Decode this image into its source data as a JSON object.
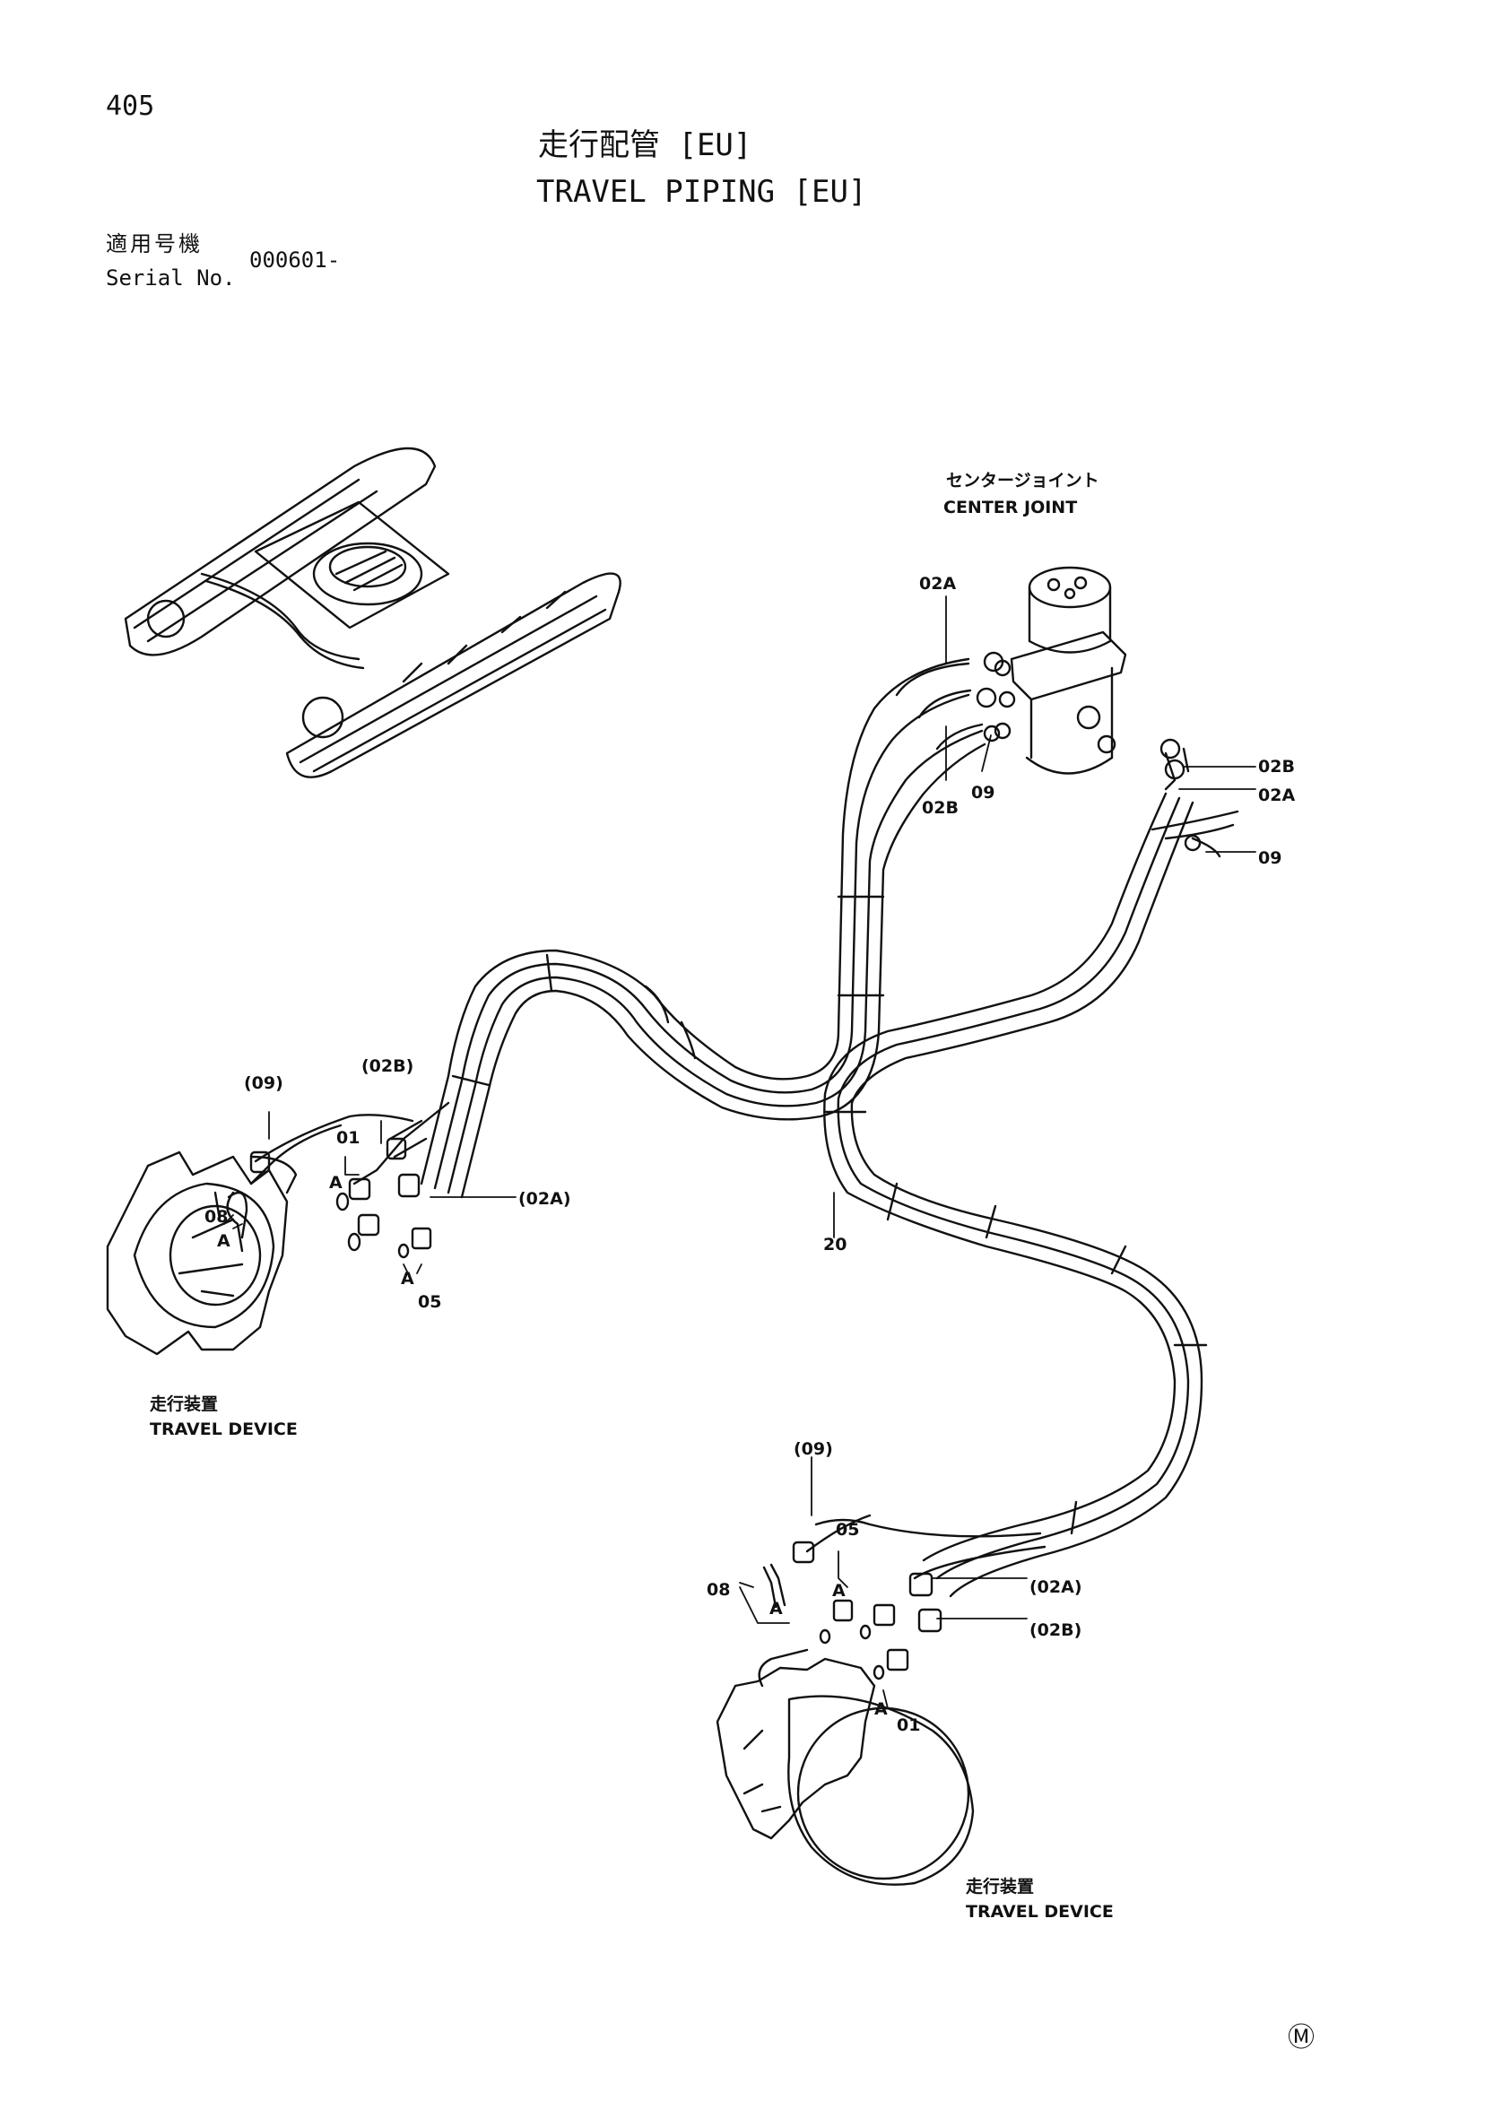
{
  "page": {
    "number": "405",
    "title_jp": "走行配管 [EU]",
    "title_en": "TRAVEL PIPING [EU]",
    "applicable_label_jp": "適用号機",
    "serial_label": "Serial No.",
    "serial_value": "000601-",
    "footer_mark": "Ⓜ"
  },
  "callouts": {
    "center_joint_jp": "センタージョイント",
    "center_joint_en": "CENTER JOINT",
    "travel_device_jp": "走行装置",
    "travel_device_en": "TRAVEL DEVICE",
    "c_02A": "02A",
    "c_02B": "02B",
    "c_09": "09",
    "c_20": "20",
    "c_01": "01",
    "c_05": "05",
    "c_08": "08",
    "c_A": "A",
    "c_p09": "(09)",
    "c_p02A": "(02A)",
    "c_p02B": "(02B)"
  }
}
